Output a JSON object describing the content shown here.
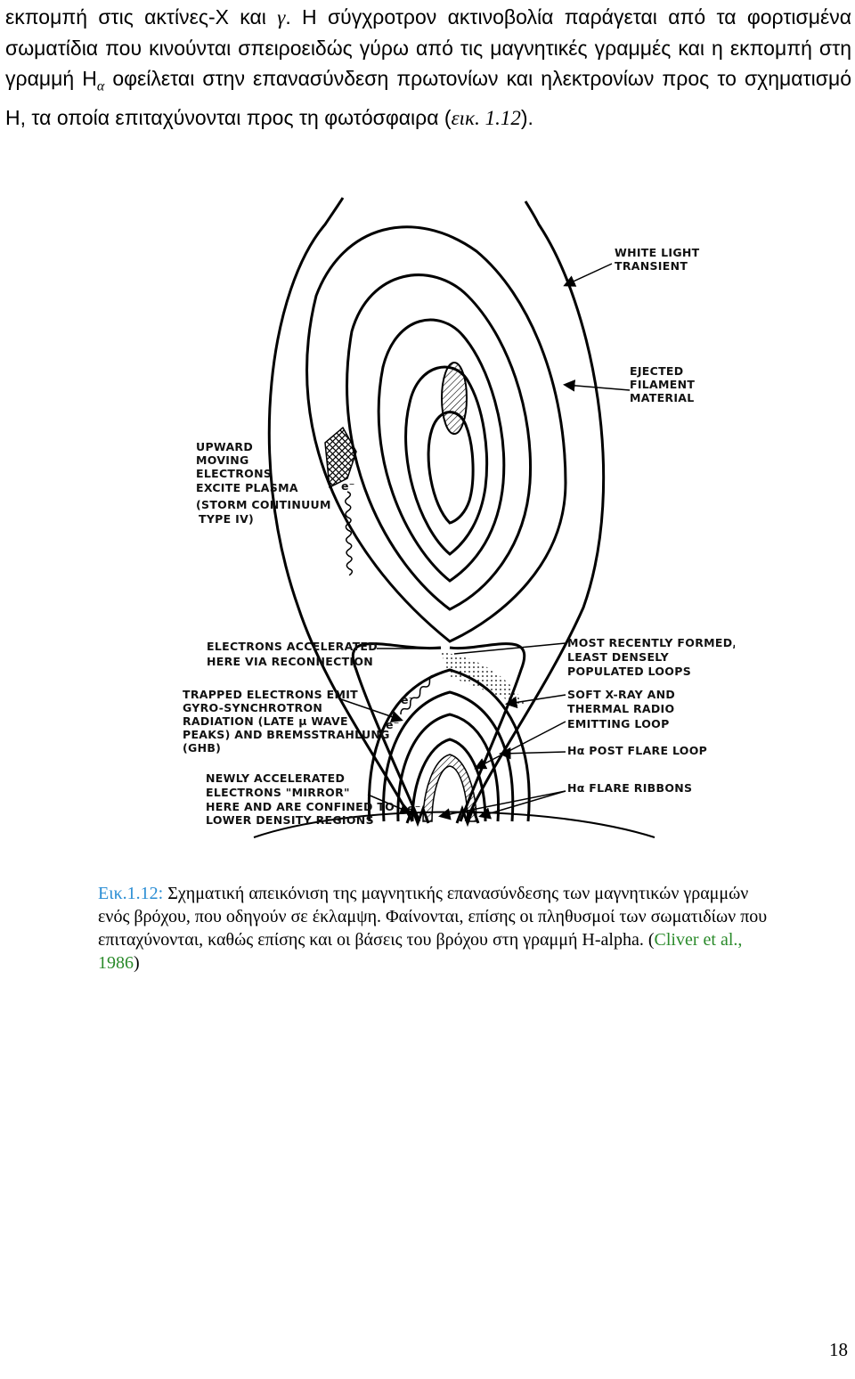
{
  "paragraph": {
    "part1": "εκπομπή στις ακτίνες-X και ",
    "gamma": "γ",
    "part2": ". Η σύγχροτρον ακτινοβολία παράγεται από τα φορτισμένα σωματίδια που κινούνται σπειροειδώς γύρω από τις μαγνητικές γραμμές και η εκπομπή στη γραμμή H",
    "alpha": "α",
    "part3": " οφείλεται στην επανασύνδεση πρωτονίων και ηλεκτρονίων προς το σχηματισμό H, τα οποία επιταχύνονται προς τη φωτόσφαιρα (",
    "ref": "εικ. 1.12",
    "part4": ")."
  },
  "figure_labels": {
    "white_light": [
      "WHITE LIGHT",
      "TRANSIENT"
    ],
    "ejected": [
      "EJECTED",
      "FILAMENT",
      "MATERIAL"
    ],
    "upward": [
      "UPWARD",
      "MOVING",
      "ELECTRONS",
      "EXCITE PLASMA",
      "(STORM CONTINUUM",
      "TYPE IV)"
    ],
    "accelerated": [
      "ELECTRONS ACCELERATED",
      "HERE VIA RECONNECTION"
    ],
    "recent": [
      "MOST RECENTLY FORMED,",
      "LEAST DENSELY",
      "POPULATED LOOPS"
    ],
    "trapped": [
      "TRAPPED ELECTRONS EMIT",
      "GYRO-SYNCHROTRON",
      "RADIATION (LATE μ WAVE",
      "PEAKS) AND BREMSSTRAHLUNG",
      "(GHB)"
    ],
    "softxray": [
      "SOFT X-RAY AND",
      "THERMAL RADIO",
      "EMITTING LOOP"
    ],
    "postflare": [
      "Hα POST FLARE LOOP"
    ],
    "newly": [
      "NEWLY ACCELERATED",
      "ELECTRONS \"MIRROR\"",
      "HERE AND ARE CONFINED TO",
      "LOWER DENSITY REGIONS"
    ],
    "ribbons": [
      "Hα FLARE RIBBONS"
    ],
    "electron_symbol": "e⁻"
  },
  "caption": {
    "label": "Εικ.1.12:",
    "text": " Σχηματική απεικόνιση της μαγνητικής επανασύνδεσης των μαγνητικών γραμμών ενός βρόχου, που οδηγούν σε έκλαμψη. Φαίνονται, επίσης οι πληθυσμοί των σωματιδίων που επιταχύνονται, καθώς επίσης και οι βάσεις του βρόχου στη γραμμή H-alpha. (",
    "citation": "Cliver et al., 1986",
    "end": ")"
  },
  "page_number": "18"
}
